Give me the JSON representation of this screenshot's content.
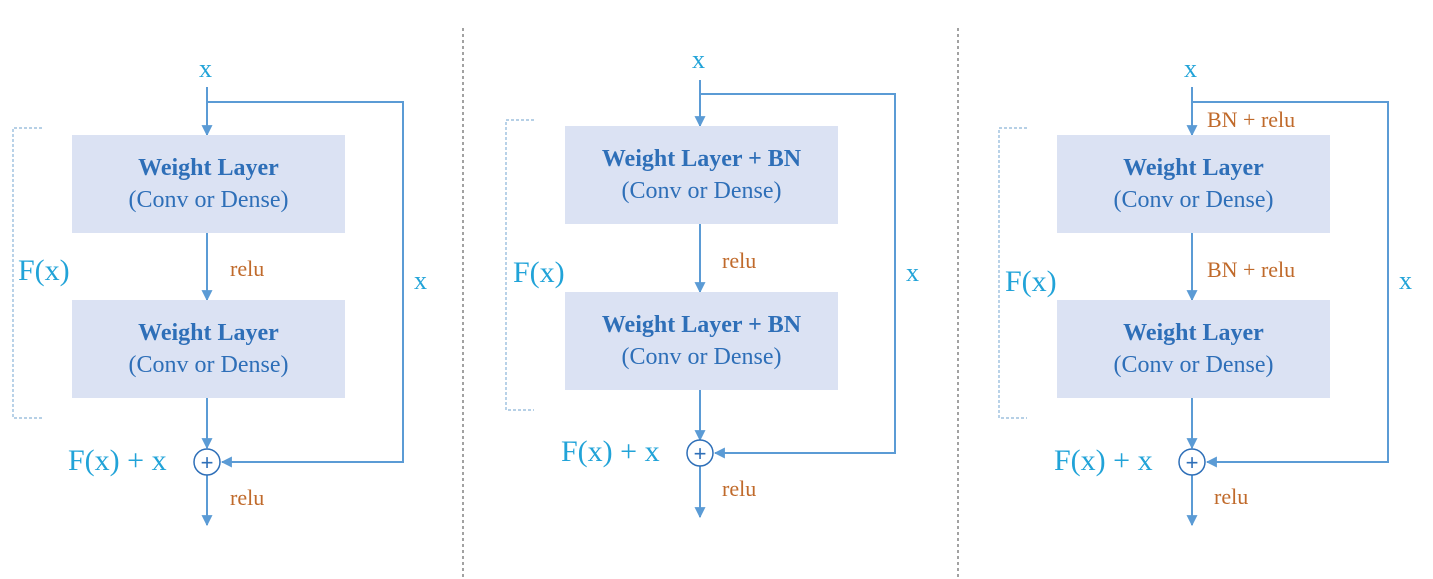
{
  "colors": {
    "line": "#5b9bd5",
    "box_fill": "#dbe2f3",
    "box_text": "#2e6fb8",
    "x_label": "#21a3d8",
    "activation_label": "#c06a2b",
    "bracket": "#8ab4d8",
    "divider": "#444444"
  },
  "panels": [
    {
      "input_label": "x",
      "shortcut_label": "x",
      "residual_label": "F(x)",
      "sum_label": "F(x) + x",
      "sum_symbol": "+",
      "pre_activation": "",
      "mid_activation": "relu",
      "post_activation": "relu",
      "layer1": {
        "title": "Weight Layer",
        "subtitle": "(Conv or Dense)"
      },
      "layer2": {
        "title": "Weight Layer",
        "subtitle": "(Conv or Dense)"
      }
    },
    {
      "input_label": "x",
      "shortcut_label": "x",
      "residual_label": "F(x)",
      "sum_label": "F(x) + x",
      "sum_symbol": "+",
      "pre_activation": "",
      "mid_activation": "relu",
      "post_activation": "relu",
      "layer1": {
        "title": "Weight Layer + BN",
        "subtitle": "(Conv or Dense)"
      },
      "layer2": {
        "title": "Weight Layer + BN",
        "subtitle": "(Conv or Dense)"
      }
    },
    {
      "input_label": "x",
      "shortcut_label": "x",
      "residual_label": "F(x)",
      "sum_label": "F(x) + x",
      "sum_symbol": "+",
      "pre_activation": "BN + relu",
      "mid_activation": "BN + relu",
      "post_activation": "relu",
      "layer1": {
        "title": "Weight Layer",
        "subtitle": "(Conv or Dense)"
      },
      "layer2": {
        "title": "Weight Layer",
        "subtitle": "(Conv or Dense)"
      }
    }
  ]
}
